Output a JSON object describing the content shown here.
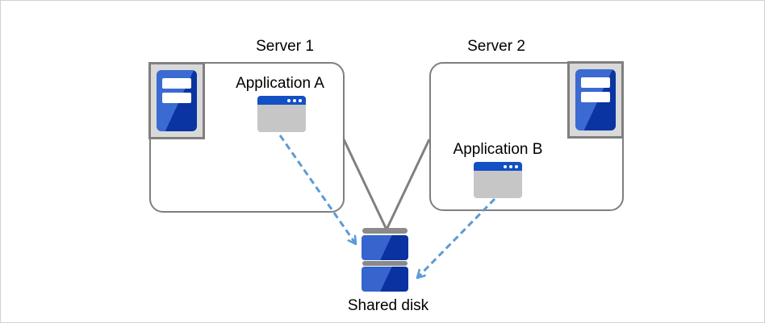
{
  "diagram": {
    "server1": {
      "label": "Server 1",
      "application": {
        "label": "Application A"
      }
    },
    "server2": {
      "label": "Server 2",
      "application": {
        "label": "Application B"
      }
    },
    "shared_disk": {
      "label": "Shared disk"
    },
    "icons": {
      "server1": "server-tower-icon",
      "server2": "server-tower-icon",
      "application_a": "app-window-icon",
      "application_b": "app-window-icon",
      "shared_disk": "disk-stack-icon"
    },
    "colors": {
      "dashed_arrow_blue": "#5b9bd5",
      "connector_gray": "#808080",
      "box_border_gray": "#7f7f7f",
      "icon_frame_fill": "#d9d9d9",
      "tower_blue_light": "#3a6ad2",
      "tower_blue_dark": "#0a34a2",
      "disk_blue_light": "#3565cd",
      "disk_blue_dark": "#0a32a0",
      "window_titlebar_blue": "#1350c4",
      "window_body_gray": "#c6c6c6"
    }
  }
}
